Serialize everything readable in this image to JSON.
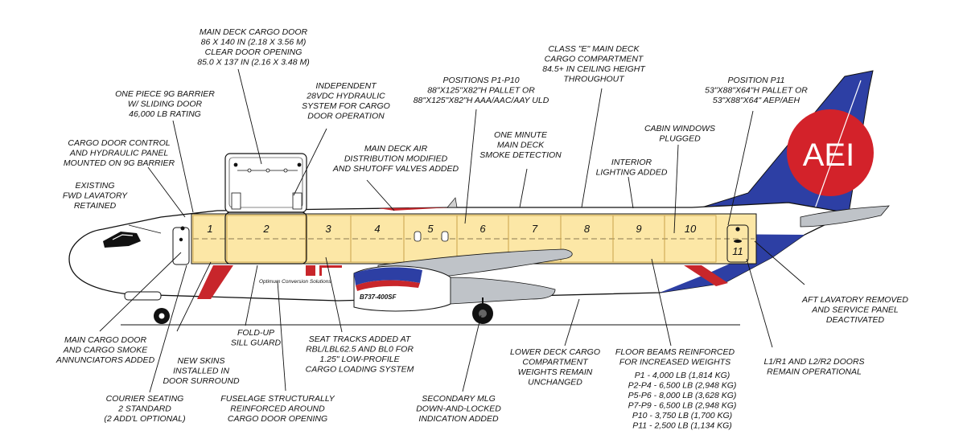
{
  "colors": {
    "fuselage_outline": "#111111",
    "cargo_fill": "#fce7a6",
    "cargo_stroke": "#c9a24a",
    "tail_blue": "#2d3fa4",
    "tail_circle": "#d3222a",
    "stripe_red": "#c8262b",
    "door_black": "#111111",
    "engine_grey": "#bfc3c8"
  },
  "aircraft": {
    "tail_logo": "AEI",
    "fuselage_script": "Optimum Conversion Solutions",
    "engine_text": "B737-400SF"
  },
  "positions": [
    "1",
    "2",
    "3",
    "4",
    "5",
    "6",
    "7",
    "8",
    "9",
    "10",
    "11"
  ],
  "callouts": {
    "main_deck_cargo_door": [
      "MAIN DECK CARGO DOOR",
      "86 X 140 IN (2.18 X 3.56 M)",
      "CLEAR DOOR OPENING",
      "85.0 X 137 IN (2.16 X 3.48 M)"
    ],
    "independent_hydraulic": [
      "INDEPENDENT",
      "28VDC HYDRAULIC",
      "SYSTEM FOR CARGO",
      "DOOR OPERATION"
    ],
    "positions_p1_p10": [
      "POSITIONS P1-P10",
      "88\"X125\"X82\"H PALLET OR",
      "88\"X125\"X82\"H AAA/AAC/AAY ULD"
    ],
    "class_e": [
      "CLASS \"E\" MAIN DECK",
      "CARGO COMPARTMENT",
      "84.5+ IN CEILING HEIGHT",
      "THROUGHOUT"
    ],
    "position_p11": [
      "POSITION P11",
      "53\"X88\"X64\"H PALLET OR",
      "53\"X88\"X64\" AEP/AEH"
    ],
    "barrier": [
      "ONE PIECE 9G BARRIER",
      "W/ SLIDING DOOR",
      "46,000 LB RATING"
    ],
    "cargo_door_control": [
      "CARGO DOOR CONTROL",
      "AND HYDRAULIC PANEL",
      "MOUNTED ON 9G BARRIER"
    ],
    "main_deck_air": [
      "MAIN DECK AIR",
      "DISTRIBUTION MODIFIED",
      "AND SHUTOFF VALVES ADDED"
    ],
    "smoke_detection": [
      "ONE MINUTE",
      "MAIN DECK",
      "SMOKE DETECTION"
    ],
    "cabin_windows": [
      "CABIN WINDOWS",
      "PLUGGED"
    ],
    "interior_lighting": [
      "INTERIOR",
      "LIGHTING ADDED"
    ],
    "fwd_lavatory": [
      "EXISTING",
      "FWD LAVATORY",
      "RETAINED"
    ],
    "aft_lavatory": [
      "AFT LAVATORY REMOVED",
      "AND SERVICE PANEL",
      "DEACTIVATED"
    ],
    "annunciators": [
      "MAIN CARGO DOOR",
      "AND CARGO SMOKE",
      "ANNUNCIATORS ADDED"
    ],
    "new_skins": [
      "NEW SKINS",
      "INSTALLED IN",
      "DOOR SURROUND"
    ],
    "sill_guard": [
      "FOLD-UP",
      "SILL GUARD"
    ],
    "seat_tracks": [
      "SEAT TRACKS ADDED AT",
      "RBL/LBL62.5 AND BL0 FOR",
      "1.25\" LOW-PROFILE",
      "CARGO LOADING SYSTEM"
    ],
    "lower_deck": [
      "LOWER DECK CARGO",
      "COMPARTMENT",
      "WEIGHTS REMAIN",
      "UNCHANGED"
    ],
    "floor_beams": [
      "FLOOR BEAMS REINFORCED",
      "FOR INCREASED WEIGHTS"
    ],
    "floor_weights": [
      "P1 - 4,000 LB (1,814 KG)",
      "P2-P4 - 6,500 LB (2,948 KG)",
      "P5-P6 - 8,000 LB (3,628 KG)",
      "P7-P9 - 6,500 LB (2,948 KG)",
      "P10 - 3,750 LB (1,700 KG)",
      "P11 - 2,500 LB (1,134 KG)"
    ],
    "l1_r1_doors": [
      "L1/R1 AND L2/R2 DOORS",
      "REMAIN OPERATIONAL"
    ],
    "courier_seating": [
      "COURIER SEATING",
      "2 STANDARD",
      "(2 ADD'L OPTIONAL)"
    ],
    "fuselage_reinforced": [
      "FUSELAGE STRUCTURALLY",
      "REINFORCED AROUND",
      "CARGO DOOR OPENING"
    ],
    "secondary_mlg": [
      "SECONDARY MLG",
      "DOWN-AND-LOCKED",
      "INDICATION ADDED"
    ]
  }
}
